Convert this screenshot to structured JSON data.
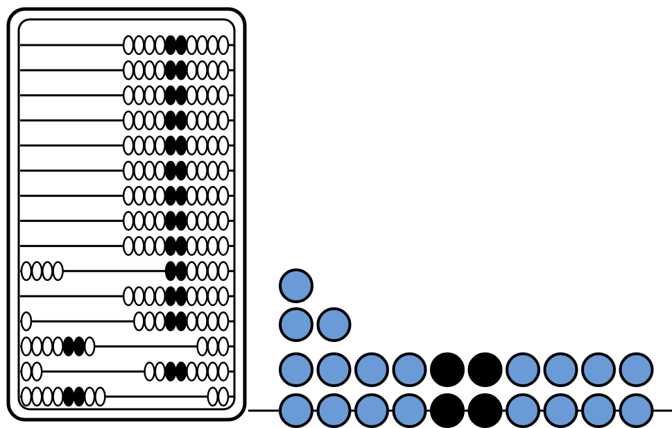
{
  "colors": {
    "outline": "#000000",
    "frame_fill": "#ffffff",
    "bead_white": "#ffffff",
    "bead_black": "#000000",
    "counter_blue": "#6b9bd6",
    "counter_black": "#000000"
  },
  "abacus": {
    "beads_per_rod": 10,
    "color_pattern": [
      "white",
      "white",
      "white",
      "white",
      "black",
      "black",
      "white",
      "white",
      "white",
      "white"
    ],
    "rods": [
      {
        "left_beads": 0,
        "right_beads": 10
      },
      {
        "left_beads": 0,
        "right_beads": 10
      },
      {
        "left_beads": 0,
        "right_beads": 10
      },
      {
        "left_beads": 0,
        "right_beads": 10
      },
      {
        "left_beads": 0,
        "right_beads": 10
      },
      {
        "left_beads": 0,
        "right_beads": 10
      },
      {
        "left_beads": 0,
        "right_beads": 10
      },
      {
        "left_beads": 0,
        "right_beads": 10
      },
      {
        "left_beads": 0,
        "right_beads": 10
      },
      {
        "left_beads": 4,
        "right_beads": 6
      },
      {
        "left_beads": 0,
        "right_beads": 10
      },
      {
        "left_beads": 1,
        "right_beads": 9
      },
      {
        "left_beads": 7,
        "right_beads": 3
      },
      {
        "left_beads": 2,
        "right_beads": 8
      },
      {
        "left_beads": 8,
        "right_beads": 2
      }
    ]
  },
  "counters": {
    "row_1": [
      "blue",
      "blue",
      "blue",
      "blue",
      "black",
      "black",
      "blue",
      "blue",
      "blue",
      "blue"
    ],
    "row_2": [
      "blue",
      "blue",
      "blue",
      "blue",
      "black",
      "black",
      "blue",
      "blue",
      "blue",
      "blue"
    ],
    "row_3": [
      "blue",
      "blue"
    ],
    "row_4": [
      "blue"
    ]
  }
}
